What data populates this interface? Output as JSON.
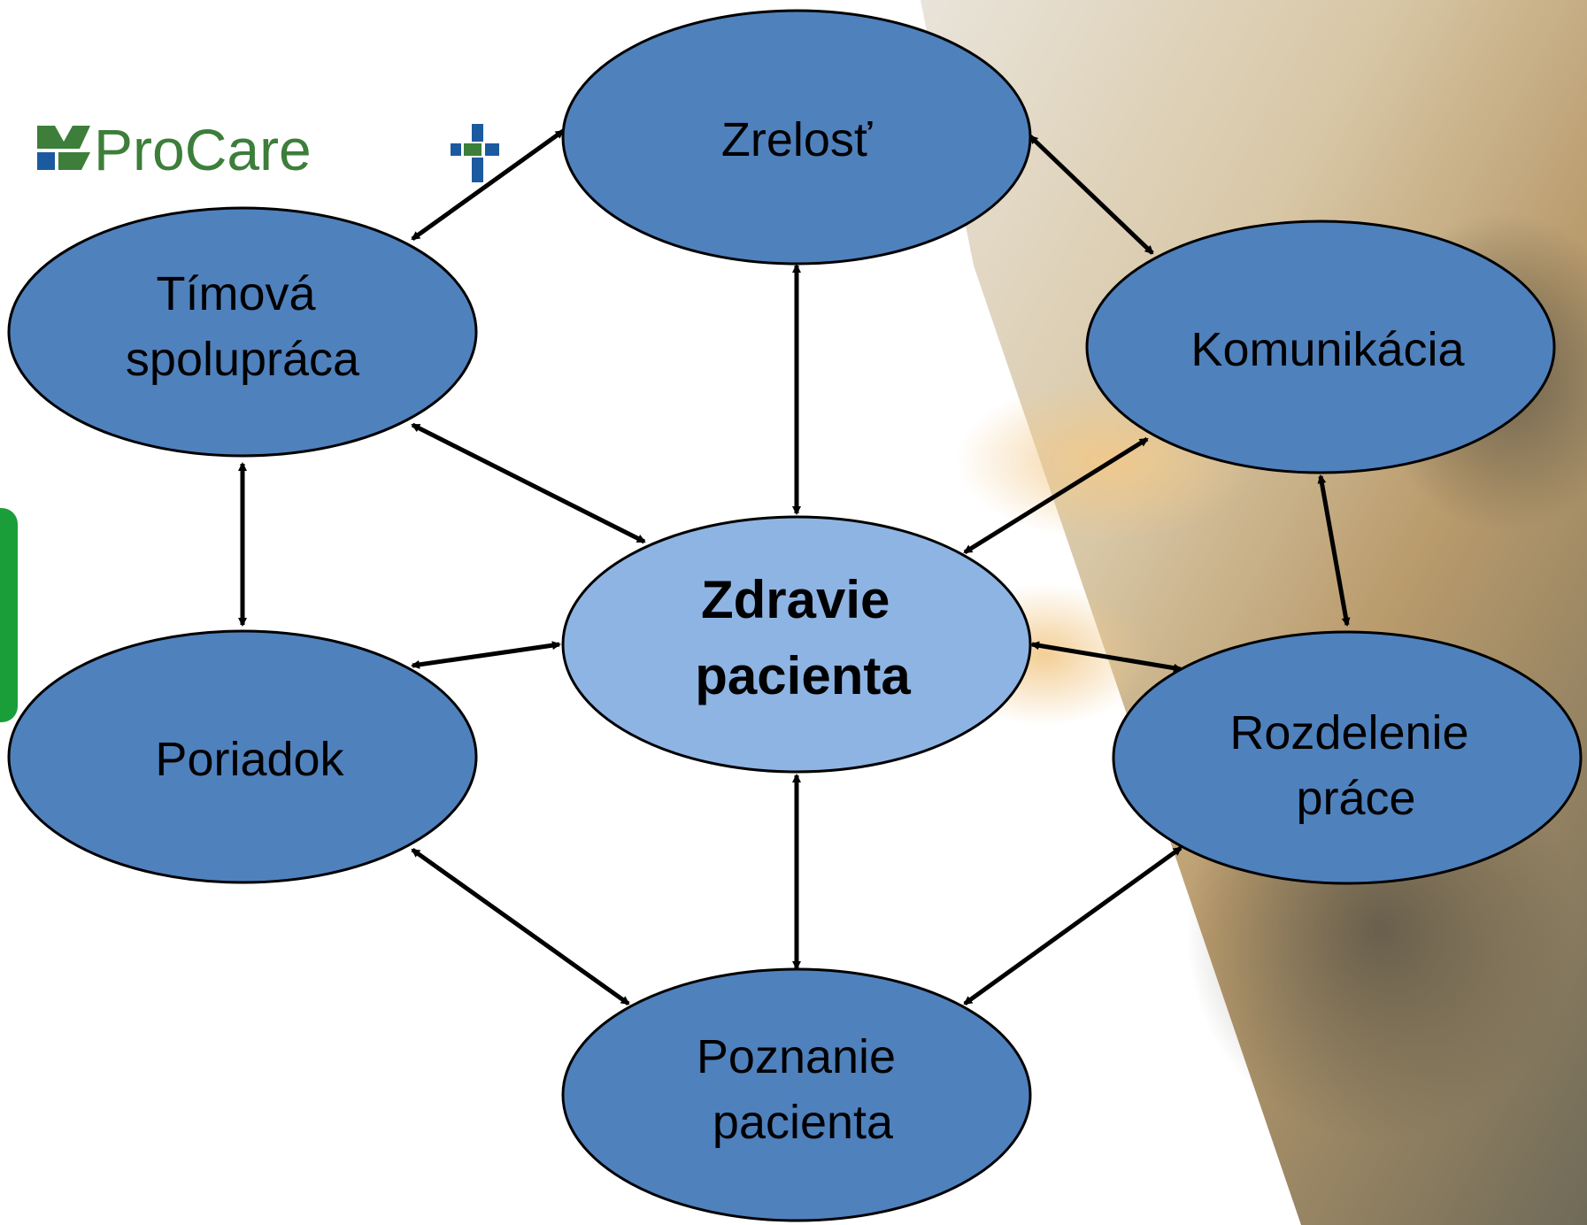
{
  "logo": {
    "text": "ProCare",
    "color": "#3c7e3a"
  },
  "colors": {
    "node_fill": "#4f81bd",
    "center_fill": "#8eb4e3",
    "node_stroke": "#000000",
    "arrow": "#000000",
    "green_tab": "#1a9e3a",
    "logo_blue": "#1c5aa0"
  },
  "nodes": {
    "zrelost": [
      "Zrelosť"
    ],
    "timova": [
      "Tímová",
      "spolupráca"
    ],
    "komunikacia": [
      "Komunikácia"
    ],
    "center": [
      "Zdravie",
      "pacienta"
    ],
    "poriadok": [
      "Poriadok"
    ],
    "rozdelenie": [
      "Rozdelenie",
      "práce"
    ],
    "poznanie": [
      "Poznanie",
      "pacienta"
    ]
  }
}
